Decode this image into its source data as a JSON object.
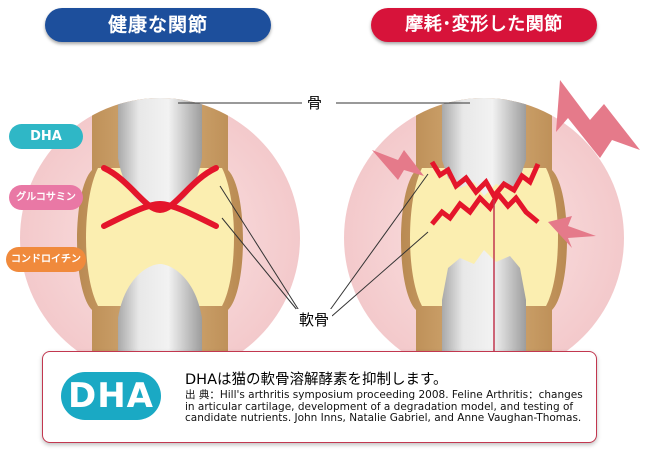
{
  "titles": {
    "healthy": "健康な関節",
    "damaged": "摩耗･変形した関節"
  },
  "side_labels": {
    "dha": "DHA",
    "glucosamine": "グルコサミン",
    "chondroitin": "コンドロイチン"
  },
  "callouts": {
    "bone": "骨",
    "cartilage": "軟骨"
  },
  "info": {
    "badge": "DHA",
    "headline": "DHAは猫の軟骨溶解酵素を抑制します。",
    "citation": "出 典：Hill's arthritis symposium proceeding 2008. Feline Arthritis：changes in articular cartilage, development of a degradation model, and testing of candidate nutrients. John Inns, Natalie Gabriel, and Anne Vaughan-Thomas."
  },
  "colors": {
    "healthy_title": "#1d4f9c",
    "damaged_title": "#d7133a",
    "cartilage_red": "#e4152b",
    "circle_pink": "#f7d7d8",
    "joint_fluid": "#fbeeb0",
    "bone_brown": "#c79b63",
    "bone_core": "#dcdcdc",
    "pain_burst": "#e57a8a",
    "dha_label": "#2fb7c6",
    "glucosamine_label": "#e978a5",
    "chondroitin_label": "#f08a3c",
    "dha_badge": "#1aa9c4"
  }
}
